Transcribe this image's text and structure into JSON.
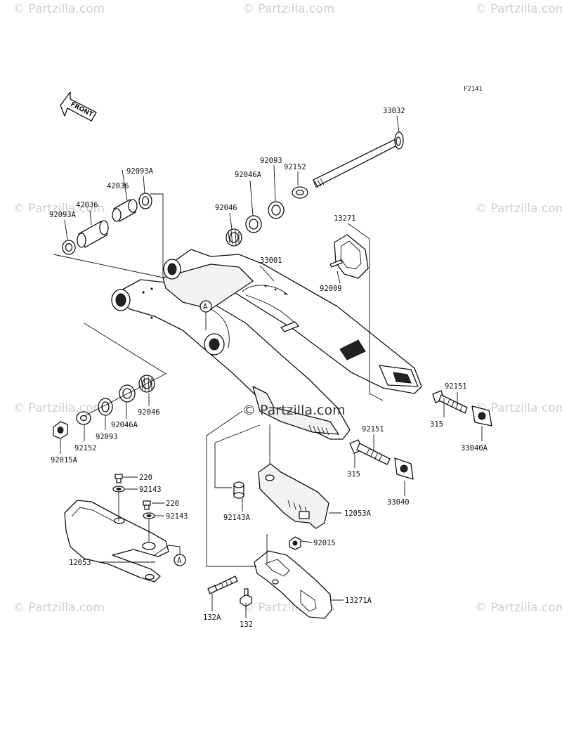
{
  "diagram_code": "F2141",
  "watermark_text": "© Partzilla.com",
  "center_watermark_text": "© Partzilla.com",
  "front_arrow_label": "FRONT",
  "callout_a": "A",
  "part_labels": {
    "p33032": "33032",
    "p92093A_top": "92093A",
    "p42036_top": "42036",
    "p42036_mid": "42036",
    "p92093A_left": "92093A",
    "p92152_top": "92152",
    "p92093_top": "92093",
    "p92046A_top": "92046A",
    "p92046_top": "92046",
    "p13271": "13271",
    "p33001": "33001",
    "p92009": "92009",
    "p92046_bot": "92046",
    "p92046A_bot": "92046A",
    "p92093_bot": "92093",
    "p92152_bot": "92152",
    "p92015A": "92015A",
    "p92151_a": "92151",
    "p315_a": "315",
    "p33040A": "33040A",
    "p92151_b": "92151",
    "p315_b": "315",
    "p33040": "33040",
    "p220_a": "220",
    "p92143_a": "92143",
    "p220_b": "220",
    "p92143_b": "92143",
    "p92143A": "92143A",
    "p12053A": "12053A",
    "p12053": "12053",
    "p92015": "92015",
    "p13271A": "13271A",
    "p132A": "132A",
    "p132": "132"
  }
}
